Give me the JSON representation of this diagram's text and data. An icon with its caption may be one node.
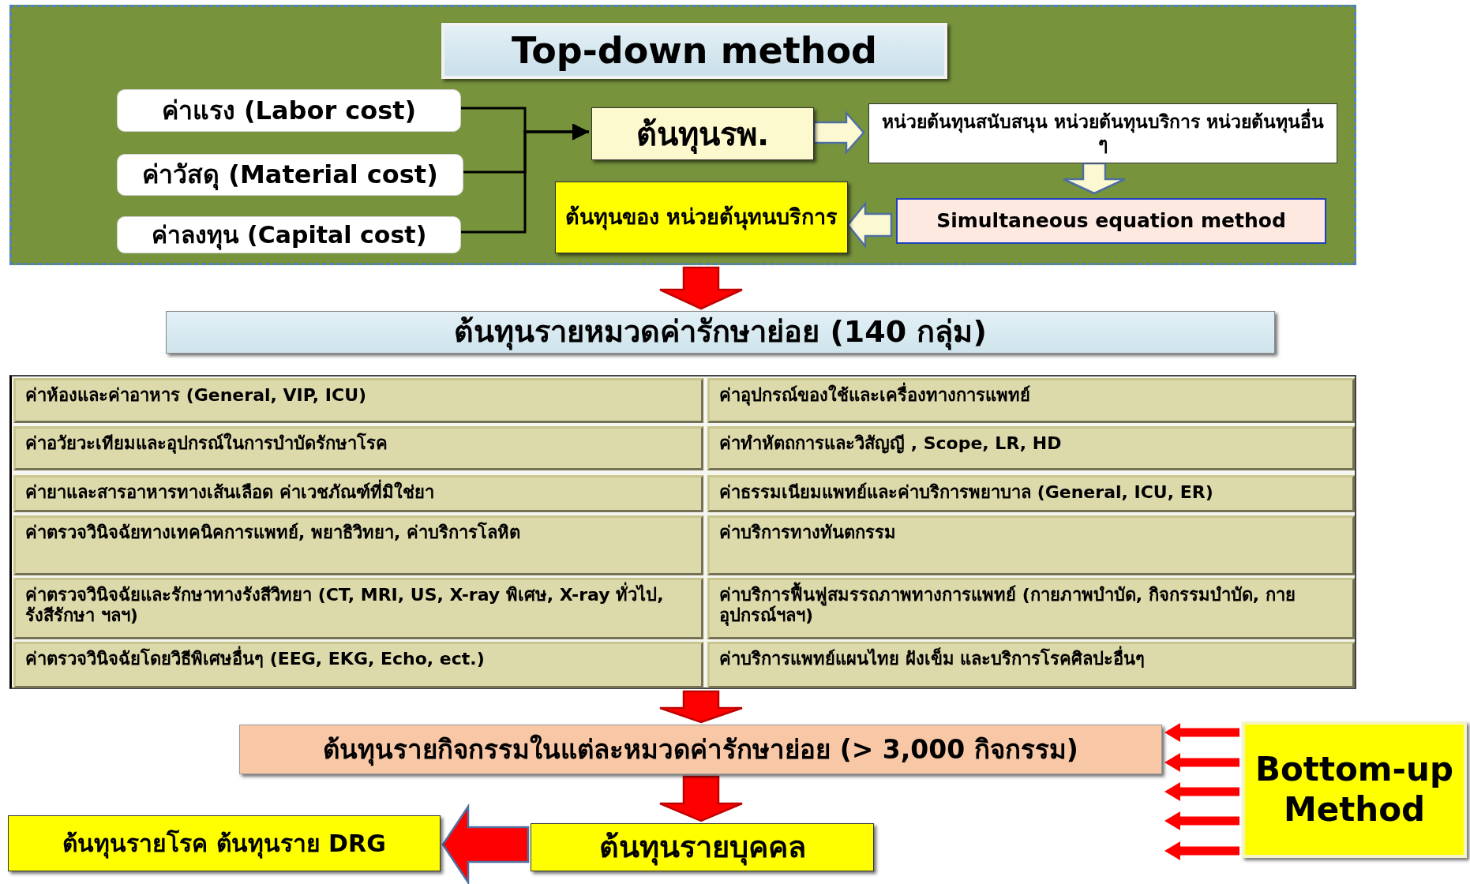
{
  "diagram": {
    "nodes": [
      {
        "text": [],
        "shape": "box"
      },
      {
        "text": [
          "Top-down method"
        ],
        "in": 0
      },
      {
        "text": [
          "ค่าแรง (Labor cost)"
        ],
        "in": 0
      },
      {
        "text": [
          "ค่าวัสดุ (Material cost)"
        ],
        "in": 0
      },
      {
        "text": [
          "ค่าลงทุน (Capital cost)"
        ],
        "in": 0
      },
      {
        "text": [
          "ต้นทุนรพ."
        ],
        "in": 0
      },
      {
        "text": [
          "หน่วยต้นทุนสนับสนุน หน่วยต้นทุนบริการ หน่วยต้นทุนอื่น ๆ"
        ],
        "in": 0
      },
      {
        "text": [
          "Simultaneous equation method"
        ],
        "in": 0
      },
      {
        "text": [
          "ต้นทุนของ หน่วยต้นุทนบริการ"
        ],
        "in": 0
      },
      {
        "text": [
          "ต้นทุนรายหมวดค่ารักษาย่อย (140 กลุ่ม)"
        ]
      },
      {
        "text": [],
        "shape": "box"
      },
      {
        "text": [
          "ค่าห้องและค่าอาหาร (General, VIP, ICU)"
        ],
        "in": 10
      },
      {
        "text": [
          "ค่าอุปกรณ์ของใช้และเครื่องทางการแพทย์"
        ],
        "in": 10
      },
      {
        "text": [
          "ค่าอวัยวะเทียมและอุปกรณ์ในการบำบัดรักษาโรค"
        ],
        "in": 10
      },
      {
        "text": [
          "ค่าทำหัตถการและวิสัญญี , Scope, LR, HD"
        ],
        "in": 10
      },
      {
        "text": [
          "ค่ายาและสารอาหารทางเส้นเลือด ค่าเวชภัณฑ์ที่มิใช่ยา"
        ],
        "in": 10
      },
      {
        "text": [
          "ค่าธรรมเนียมแพทย์และค่าบริการพยาบาล (General, ICU, ER)"
        ],
        "in": 10
      },
      {
        "text": [
          "ค่าตรวจวินิจฉัยทางเทคนิคการแพทย์, พยาธิวิทยา, ค่าบริการโลหิต"
        ],
        "in": 10
      },
      {
        "text": [
          "ค่าบริการทางทันตกรรม"
        ],
        "in": 10
      },
      {
        "text": [
          "ค่าตรวจวินิจฉัยและรักษาทางรังสีวิทยา (CT, MRI, US, X-ray พิเศษ, X-ray ทั่วไป, รังสีรักษา ฯลฯ)"
        ],
        "in": 10
      },
      {
        "text": [
          "ค่าบริการฟื้นฟูสมรรถภาพทางการแพทย์ (กายภาพบำบัด, กิจกรรมบำบัด, กายอุปกรณ์ฯลฯ)"
        ],
        "in": 10
      },
      {
        "text": [
          "ค่าตรวจวินิจฉัยโดยวิธีพิเศษอื่นๆ (EEG, EKG, Echo, ect.)"
        ],
        "in": 10
      },
      {
        "text": [
          "ค่าบริการแพทย์แผนไทย ฝังเข็ม และบริการโรคศิลปะอื่นๆ"
        ],
        "in": 10
      },
      {
        "text": [
          "ต้นทุนรายกิจกรรมในแต่ละหมวดค่ารักษาย่อย (> 3,000 กิจกรรม)"
        ]
      },
      {
        "text": [
          "Bottom-up Method"
        ]
      },
      {
        "text": [
          "ต้นทุนรายบุคคล"
        ]
      },
      {
        "text": [
          "ต้นทุนรายโรค ต้นทุนราย DRG"
        ]
      }
    ],
    "edges": [
      {
        "from": 2,
        "to": 5,
        "arrow": "to"
      },
      {
        "from": 3,
        "to": 5,
        "arrow": "to"
      },
      {
        "from": 4,
        "to": 5,
        "arrow": "to"
      },
      {
        "from": 5,
        "to": 6,
        "arrow": "to",
        "style": "thick",
        "color": "#fcf8d2"
      },
      {
        "from": 6,
        "to": 7,
        "arrow": "to",
        "style": "thick",
        "color": "#fcf8d2"
      },
      {
        "from": 7,
        "to": 8,
        "arrow": "to",
        "style": "thick",
        "color": "#fcf8d2"
      },
      {
        "from": 0,
        "to": 9,
        "arrow": "to",
        "style": "thick",
        "color": "#ff0000"
      },
      {
        "from": 10,
        "to": 23,
        "arrow": "to",
        "style": "thick",
        "color": "#ff0000"
      },
      {
        "from": 24,
        "to": 23,
        "arrow": "to",
        "style": "thick",
        "color": "#ff0000"
      },
      {
        "from": 23,
        "to": 25,
        "arrow": "to",
        "style": "thick",
        "color": "#ff0000"
      },
      {
        "from": 25,
        "to": 26,
        "arrow": "to",
        "style": "thick",
        "color": "#ff0000"
      },
      {
        "from": 24,
        "to": 23,
        "arrow": "to",
        "style": "thick",
        "color": "#ff0000"
      },
      {
        "from": 24,
        "to": 23,
        "arrow": "to",
        "style": "thick",
        "color": "#ff0000"
      },
      {
        "from": 24,
        "to": 23,
        "arrow": "to",
        "style": "thick",
        "color": "#ff0000"
      },
      {
        "from": 24,
        "to": 23,
        "arrow": "to",
        "style": "thick",
        "color": "#ff0000"
      }
    ]
  }
}
